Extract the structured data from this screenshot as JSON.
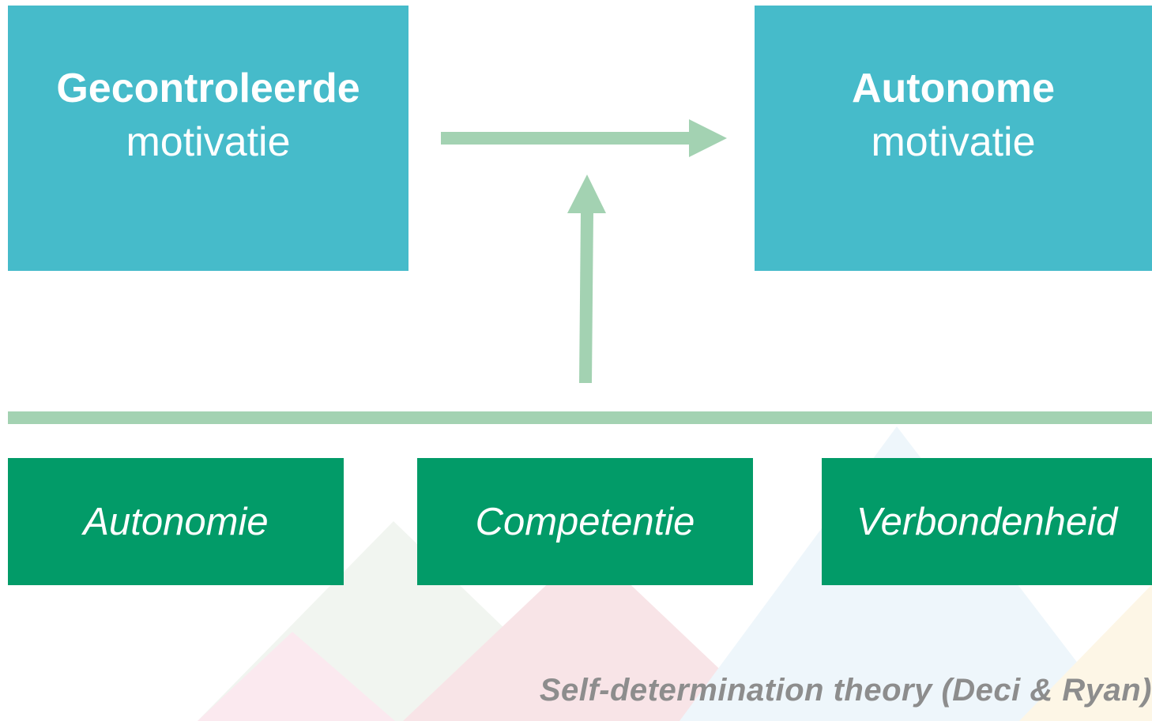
{
  "diagram": {
    "controlled": {
      "title": "Gecontroleerde",
      "subtitle": "motivatie"
    },
    "autonomous": {
      "title": "Autonome",
      "subtitle": "motivatie"
    },
    "needs": [
      {
        "label": "Autonomie"
      },
      {
        "label": "Competentie"
      },
      {
        "label": "Verbondenheid"
      }
    ],
    "caption": "Self-determination theory (Deci & Ryan)"
  },
  "colors": {
    "top_box": "#46bbca",
    "bottom_box": "#029b68",
    "connector": "#a3d2b2",
    "caption": "#8d8d8d",
    "watermark": [
      "#fbe9ef",
      "#f1f5f0",
      "#f8e4e7",
      "#eef6fb",
      "#fdf6e6"
    ]
  }
}
